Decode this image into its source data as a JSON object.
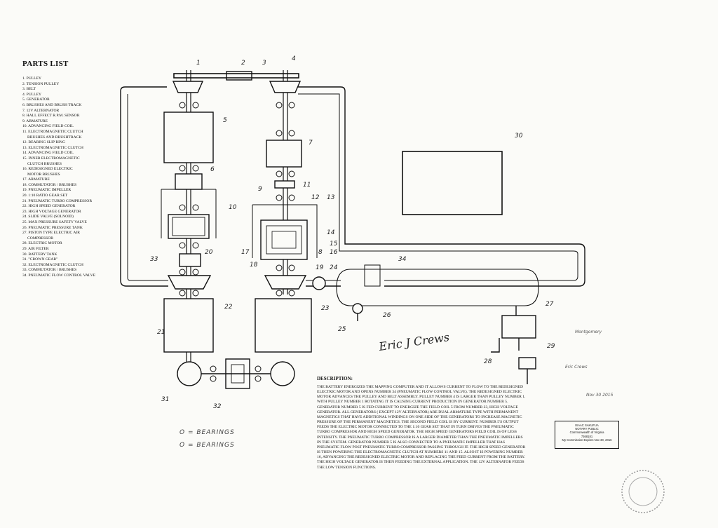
{
  "parts_list": {
    "title": "PARTS LIST",
    "items": [
      "1. PULLEY",
      "2. TENSION PULLEY",
      "3. BELT",
      "4. PULLEY",
      "5. GENERATOR",
      "6. BRUSHES AND BRUSH TRACK",
      "7. 12V ALTERNATOR",
      "8. HALL EFFECT R.P.M. SENSOR",
      "9. ARMATURE",
      "10. ADVANCING FIELD COIL",
      "11. ELECTROMAGNETIC CLUTCH",
      "     BRUSHES AND BRUSHTRACK",
      "12. BEARING SLIP RING",
      "13. ELECTROMAGNETIC CLUTCH",
      "14. ADVANCING FIELD COIL",
      "15. INNER ELECTROMAGNETIC",
      "     CLUTCH BRUSHES",
      "16. REDESIGNED ELECTRIC",
      "     MOTOR BRUSHES",
      "17. ARMATURE",
      "18. COMMUTATOR / BRUSHES",
      "19. PNEUMATIC IMPELLER",
      "20. 1:10 RATIO GEAR SET",
      "21. PNEUMATIC TURBO COMPRESSOR",
      "22. HIGH SPEED GENERATOR",
      "23. HIGH VOLTAGE GENERATOR",
      "24. SLIDE VALVE (SOLNOID)",
      "25. MAX PRESSURE SAFETY VALVE",
      "26. PNEUMATIC PRESSURE TANK",
      "27. PISTON TYPE ELECTRIC AIR",
      "     COMPRESSOR",
      "28. ELECTRIC MOTOR",
      "29. AIR FILTER",
      "30. BATTERY TANK",
      "31. \"CROWN GEAR\"",
      "32. ELECTROMAGNETIC CLUTCH",
      "33. COMMUTATOR / BRUSHES",
      "34. PNEUMATIC FLOW CONTROL VALVE"
    ]
  },
  "diagram_labels": [
    "1",
    "2",
    "3",
    "4",
    "5",
    "6",
    "7",
    "8",
    "9",
    "10",
    "11",
    "12",
    "13",
    "14",
    "15",
    "16",
    "17",
    "18",
    "19",
    "20",
    "21",
    "22",
    "23",
    "24",
    "25",
    "26",
    "27",
    "28",
    "29",
    "30",
    "31",
    "32",
    "33",
    "34"
  ],
  "description": {
    "title": "DESCRIPTION:",
    "body": "THE BATTERY ENERGIZES THE MAPPING COMPUTER AND IT ALLOWS CURRENT TO FLOW TO THE REDESIGNED ELECTRIC MOTOR AND OPENS NUMBER 34 (PNEUMATIC FLOW CONTROL VALVE). THE REDESIGNED ELECTRIC MOTOR ADVANCES THE PULLEY AND BELT ASSEMBLY. PULLEY NUMBER 4 IS LARGER THAN PULLEY NUMBER 1. WITH PULLEY NUMBER 1 ROTATING IT IS CAUSING CURRENT PRODUCTION IN GENERATOR NUMBER 5. GENERATOR NUMBER 5 IS FED CURRENT TO ENERGIZE THE FIELD COIL 5 FROM NUMBER 23, HIGH VOLTAGE GENERATOR. ALL GENERATORS ( EXCEPT 12V ALTERNATOR) ARE DUAL ARMATURE TYPE WITH PERMANENT MAGNETICS THAT HAVE ADDITIONAL WINDINGS ON ONE SIDE OF THE GENERATORS TO INCREASE MAGNETIC PRESSURE OF THE PERMANENT MAGNETICS. THE SECOND FIELD COIL IS BY CURRENT. NUMBER 5'S OUTPUT FEEDS THE ELECTRIC MOTOR CONNECTED TO THE 1:10 GEAR SET THAT IN TURN DRIVES THE PNEUMATIC TURBO COMPRESSOR AND HIGH SPEED GENERATOR. THE HIGH SPEED GENERATORS FIELD COIL IS OF LESS INTENSITY. THE PNEUMATIC TURBO COMPRESSOR IS A LARGER DIAMETER THAN THE PNEUMATIC IMPELLERS IN THE SYSTEM. GENERATOR NUMBER 5 IS ALSO CONNECTED TO A PNEUMATIC IMPELLER THAT HAS PNEUMATIC FLOW POST PNEUMATIC TURBO COMPRESSOR PASSING THROUGH IT. THE HIGH SPEED GENERATOR IS THEN POWERING THE ELECTROMAGNETIC CLUTCH AT NUMBERS 11 AND 15. ALSO IT IS POWERING NUMBER 16, ADVANCING THE REDESIGNED ELECTRIC MOTOR AND REPLACING THE FEED CURRENT FROM THE BATTERY. THE HIGH VOLTAGE GENERATOR IS THEN FEEDING THE EXTERNAL APPLICATION. THE 12V ALTERNATOR FEEDS THE LOW TENSION FUNCTIONS."
  },
  "legend": {
    "line1": "O = BEARINGS",
    "line2": "O = BEARINGS"
  },
  "signature": "Eric J Crews",
  "notary": {
    "lines": [
      "ISAAC SAKUFUA",
      "NOTARY PUBLIC",
      "Commonwealth of Virginia",
      "7368181",
      "My Commission Expires Nov 30, 2016"
    ],
    "note_top": "Montgomery",
    "note_mid": "Eric Crews",
    "note_bottom": "Nov 30 2015"
  },
  "colors": {
    "ink": "#111111",
    "paper": "#fbfbf8"
  }
}
